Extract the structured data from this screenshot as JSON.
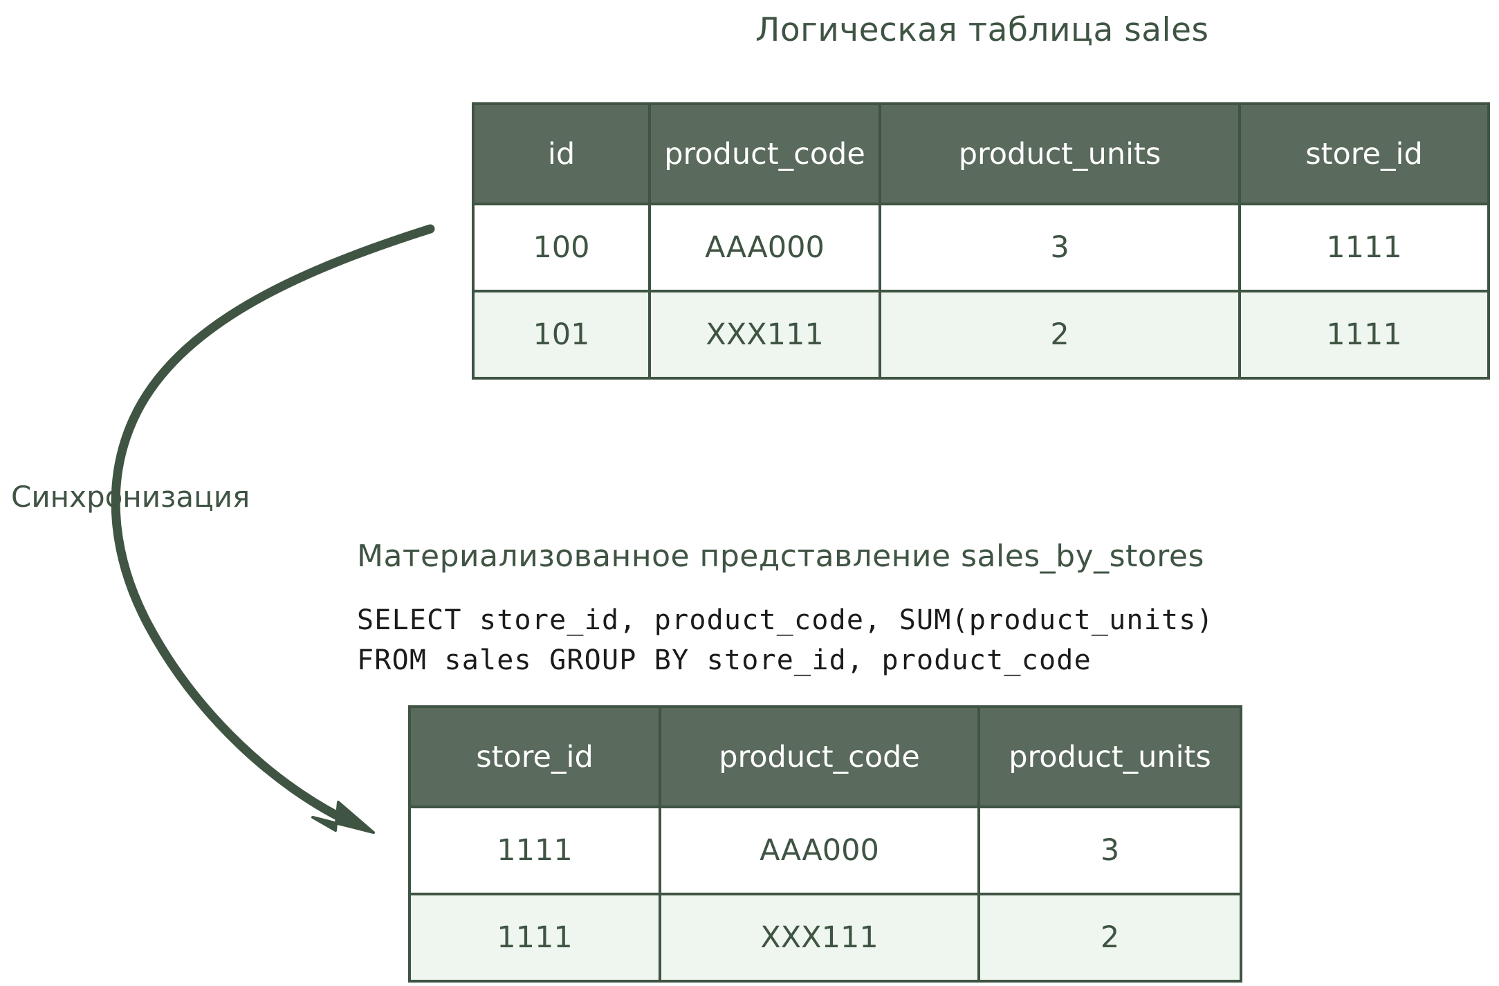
{
  "diagram": {
    "accent_color": "#3f5443",
    "header_fill": "#5a6a5c",
    "row_alt_fill": "#eff6ef",
    "sync_label": "Синхронизация"
  },
  "logical_table": {
    "title": "Логическая таблица sales",
    "columns": [
      "id",
      "product_code",
      "product_units",
      "store_id"
    ],
    "rows": [
      [
        "100",
        "AAA000",
        "3",
        "1111"
      ],
      [
        "101",
        "XXX111",
        "2",
        "1111"
      ]
    ]
  },
  "materialized_view": {
    "title": "Материализованное представление sales_by_stores",
    "sql": "SELECT store_id, product_code, SUM(product_units)\nFROM sales GROUP BY store_id, product_code",
    "columns": [
      "store_id",
      "product_code",
      "product_units"
    ],
    "rows": [
      [
        "1111",
        "AAA000",
        "3"
      ],
      [
        "1111",
        "XXX111",
        "2"
      ]
    ]
  }
}
